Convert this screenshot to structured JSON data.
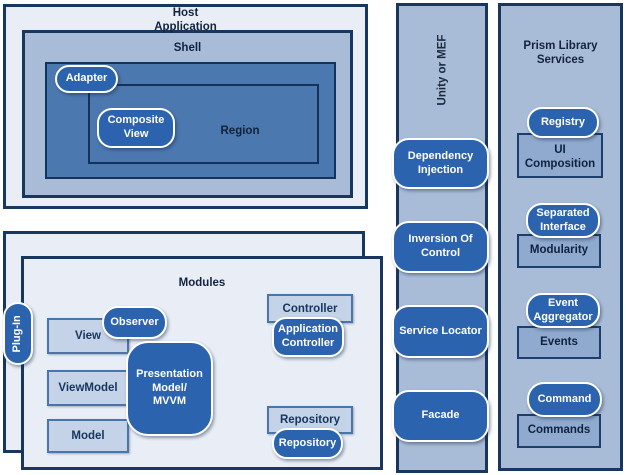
{
  "host": {
    "title": "Host\nApplication",
    "shell_title": "Shell",
    "adapter": "Adapter",
    "composite_view": "Composite\nView",
    "region": "Region"
  },
  "modules": {
    "title": "Modules",
    "plug_in": "Plug-In",
    "boxes": [
      "View",
      "ViewModel",
      "Model"
    ],
    "observer": "Observer",
    "presentation": "Presentation\nModel/\nMVVM",
    "controller": "Controller",
    "application_controller": "Application\nController",
    "repository": "Repository",
    "repository_impl": "Repository"
  },
  "di_container": {
    "title": "Unity or MEF",
    "pills": [
      "Dependency\nInjection",
      "Inversion Of\nControl",
      "Service Locator",
      "Facade"
    ]
  },
  "prism": {
    "title": "Prism Library\nServices",
    "items": [
      {
        "pill": "Registry",
        "box": "UI\nComposition"
      },
      {
        "pill": "Separated\nInterface",
        "box": "Modularity"
      },
      {
        "pill": "Event\nAggregator",
        "box": "Events"
      },
      {
        "pill": "Command",
        "box": "Commands"
      }
    ]
  },
  "colors": {
    "border_navy": "#17375E",
    "panel_light": "#E9EEF6",
    "column_fill": "#A9BCD7",
    "steel_fill": "#4C78B0",
    "pill_fill": "#2C63AE",
    "module_box_fill": "#C5D3E8",
    "service_box_fill": "#8FAACE"
  }
}
